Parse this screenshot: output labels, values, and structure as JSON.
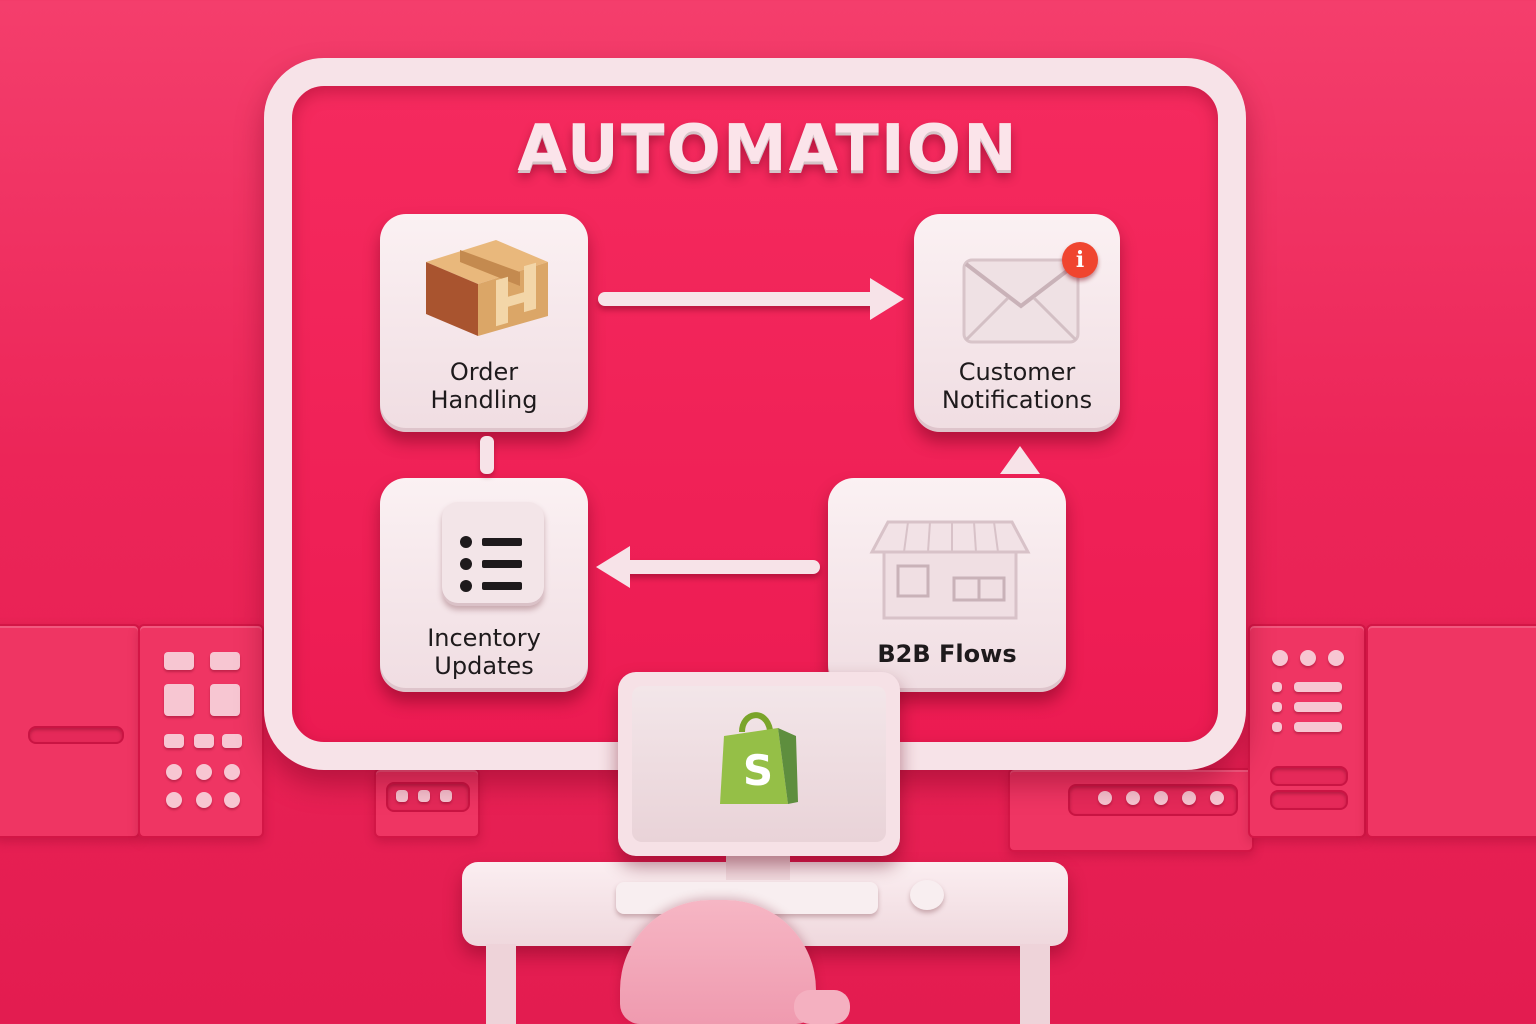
{
  "diagram": {
    "title": "AUTOMATION",
    "nodes": [
      {
        "id": "order-handling",
        "label_lines": [
          "Order",
          "Handling"
        ],
        "icon": "package-box-icon"
      },
      {
        "id": "customer-notifications",
        "label_lines": [
          "Customer",
          "Notifications"
        ],
        "icon": "envelope-notification-icon",
        "badge": "i"
      },
      {
        "id": "incentory-updates",
        "label_lines": [
          "Incentory",
          "Updates"
        ],
        "icon": "checklist-icon"
      },
      {
        "id": "b2b-flows",
        "label_lines": [
          "B2B Flows"
        ],
        "icon": "storefront-icon"
      }
    ],
    "edges": [
      {
        "from": "order-handling",
        "to": "customer-notifications"
      },
      {
        "from": "b2b-flows",
        "to": "incentory-updates"
      },
      {
        "from": "b2b-flows",
        "to": "customer-notifications"
      },
      {
        "from": "incentory-updates",
        "to": "order-handling"
      }
    ]
  },
  "monitor": {
    "icon": "shopify-bag-icon",
    "logo_letter": "S"
  },
  "colors": {
    "background": "#ec2558",
    "board": "#f7e3e8",
    "card": "#f8ebee",
    "box_tan": "#dba667",
    "box_brown": "#a9542f",
    "badge_red": "#f0452f",
    "shopify_green": "#8ab92f"
  }
}
